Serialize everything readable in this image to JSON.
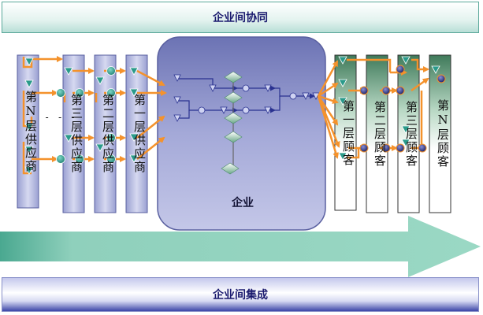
{
  "top_banner": {
    "label": "企业间协同"
  },
  "bottom_banner": {
    "label": "企业间集成"
  },
  "enterprise": {
    "label": "企业"
  },
  "suppliers": [
    {
      "label": "第N层供应商"
    },
    {
      "label": "第三层供应商"
    },
    {
      "label": "第二层供应商"
    },
    {
      "label": "第一层供应商"
    }
  ],
  "customers": [
    {
      "label": "第一层顾客"
    },
    {
      "label": "第二层顾客"
    },
    {
      "label": "第三层顾客"
    },
    {
      "label": "第N层顾客"
    }
  ],
  "ellipsis": "- - -",
  "colors": {
    "supplier_fill": "#b4b9e0",
    "customer_fill_top": "#3f7a5a",
    "enterprise_fill": "#8e94c8",
    "flow_arrow": "#f4922c",
    "big_arrow": "#8ccdb8",
    "node_teal": "#2a9a8a",
    "node_navy": "#1c2470"
  }
}
